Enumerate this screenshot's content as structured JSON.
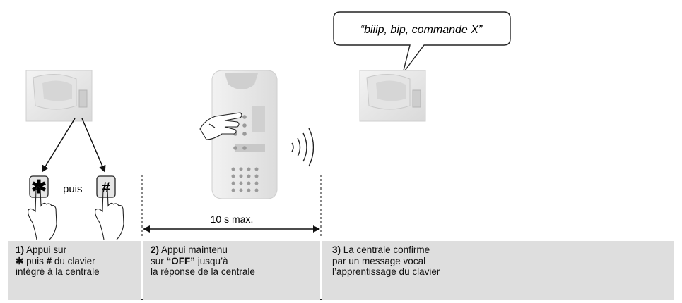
{
  "speech_bubble": "“biiip, bip, commande X”",
  "step1": {
    "key_star": "✱",
    "puis": "puis",
    "key_hash": "#"
  },
  "step2": {
    "duration_label": "10 s max."
  },
  "captions": [
    {
      "num": "1)",
      "line1": "Appui sur",
      "line2_sym": "✱",
      "line2_a": "puis",
      "line2_hash": "#",
      "line2_b": "du clavier",
      "line3": "intégré à la centrale"
    },
    {
      "num": "2)",
      "line1": "Appui maintenu",
      "line2_a": "sur",
      "line2_bold": "“OFF”",
      "line2_b": "jusqu’à",
      "line3": "la réponse de la centrale"
    },
    {
      "num": "3)",
      "line1": "La centrale confirme",
      "line2": "par un message vocal",
      "line3": "l’apprentissage du clavier"
    }
  ],
  "colors": {
    "caption_bg": "#dedede",
    "device": "#ececec",
    "device_shadow": "#bdbdbd"
  }
}
